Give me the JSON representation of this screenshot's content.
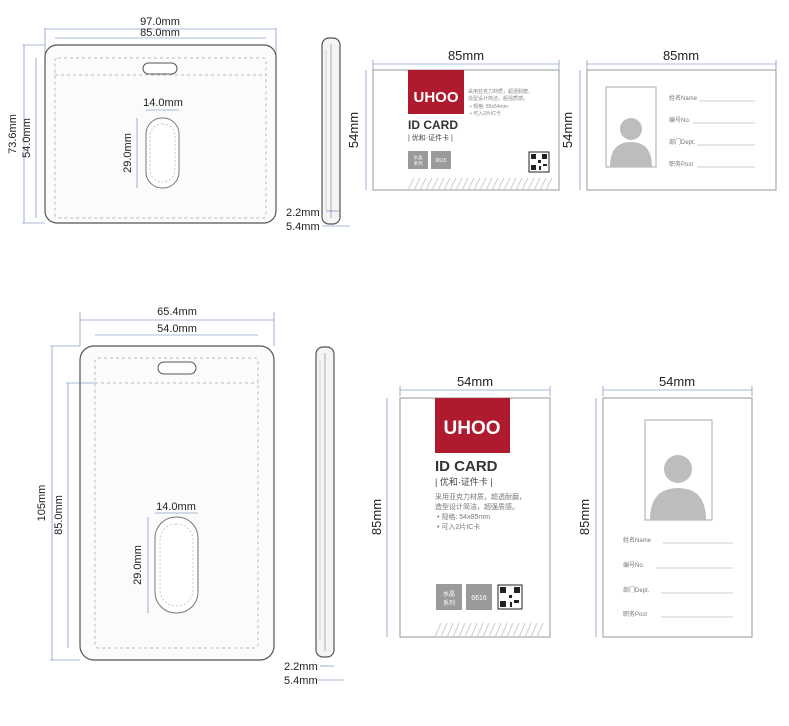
{
  "top": {
    "holder_outer_width": "97.0mm",
    "holder_inner_width": "85.0mm",
    "holder_outer_height": "73.6mm",
    "holder_inner_height": "54.0mm",
    "slot_width": "14.0mm",
    "slot_height": "29.0mm",
    "side_thin": "2.2mm",
    "side_thick": "5.4mm",
    "card_width": "85mm",
    "card_height": "54mm",
    "back_width": "85mm",
    "back_height": "54mm"
  },
  "bottom": {
    "holder_outer_width": "65.4mm",
    "holder_inner_width": "54.0mm",
    "holder_outer_height": "105mm",
    "holder_inner_height": "85.0mm",
    "slot_width": "14.0mm",
    "slot_height": "29.0mm",
    "side_thin": "2.2mm",
    "side_thick": "5.4mm",
    "card_width": "54mm",
    "card_height": "85mm",
    "back_width": "54mm",
    "back_height": "85mm"
  },
  "card": {
    "brand": "UHOO",
    "title": "ID CARD",
    "subtitle": "| 优和·证件卡 |",
    "desc_line1": "采用亚克力材质，超透耐磨，",
    "desc_line2": "造型设计简洁，超强质感。",
    "spec_landscape": "• 规格: 85x54mm",
    "spec_portrait": "• 规格: 54x85mm",
    "ic": "• 可入2片IC卡",
    "series": "水晶系列",
    "series_line1": "水晶",
    "series_line2": "系列",
    "code_landscape": "6615",
    "code_portrait": "6616"
  },
  "back": {
    "name": "姓名Name",
    "number": "编号No.",
    "dept": "部门Dept.",
    "post": "职务Post"
  },
  "colors": {
    "brand_red": "#b01a2e",
    "dim_line": "#5a78b8",
    "series_box": "#9a9a9a",
    "avatar": "#bdbdbd"
  }
}
